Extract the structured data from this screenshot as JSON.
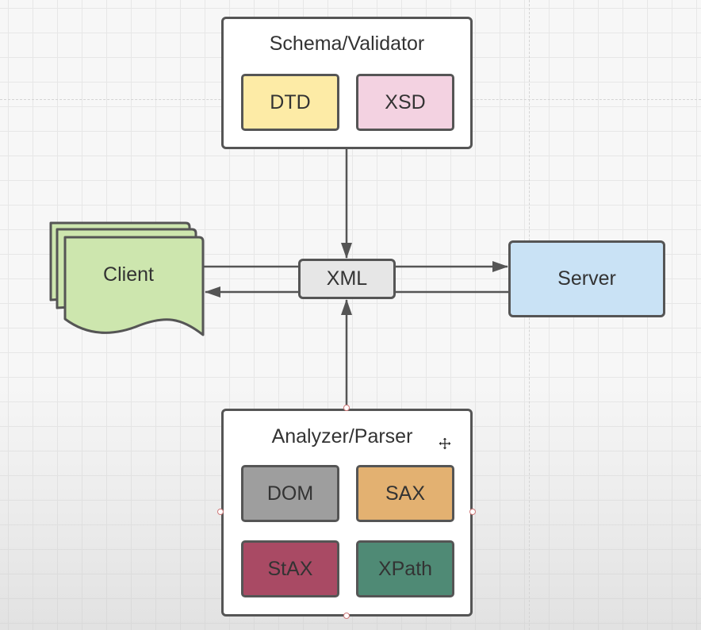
{
  "diagram": {
    "schema": {
      "title": "Schema/Validator",
      "items": [
        {
          "label": "DTD",
          "color": "#fdeba6"
        },
        {
          "label": "XSD",
          "color": "#f3d2e1"
        }
      ]
    },
    "client": {
      "label": "Client",
      "color": "#cde6ae"
    },
    "xml": {
      "label": "XML",
      "color": "#e6e6e6"
    },
    "server": {
      "label": "Server",
      "color": "#c9e2f5"
    },
    "parser": {
      "title": "Analyzer/Parser",
      "items": [
        {
          "label": "DOM",
          "color": "#9e9e9e"
        },
        {
          "label": "SAX",
          "color": "#e3b171"
        },
        {
          "label": "StAX",
          "color": "#a94a64"
        },
        {
          "label": "XPath",
          "color": "#4f8a75"
        }
      ]
    }
  },
  "colors": {
    "stroke": "#555555",
    "selection_handle": "#d07a7a"
  },
  "icons": {
    "cursor": "move-cursor-icon"
  }
}
